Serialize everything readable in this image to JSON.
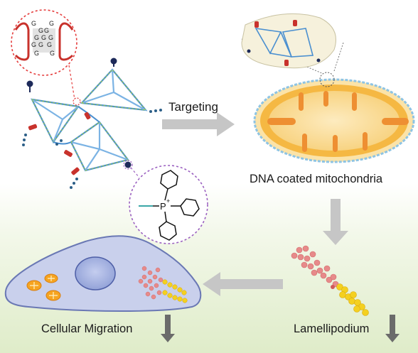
{
  "labels": {
    "targeting": "Targeting",
    "dna_coated": "DNA coated mitochondria",
    "lamellipodium": "Lamellipodium",
    "cellular_migration": "Cellular Migration"
  },
  "g_quad": {
    "letters": [
      "G",
      "G",
      "G",
      "G",
      "G",
      "G",
      "G",
      "G",
      "G",
      "G",
      "G",
      "G"
    ]
  },
  "tpp": {
    "p_label": "P",
    "charge": "+"
  },
  "colors": {
    "dna_blue": "#4a8fd0",
    "dna_green": "#9ccc3a",
    "linker_red": "#c8322c",
    "mito_fill": "#fbe3a8",
    "mito_edge": "#f0a832",
    "mito_crista": "#ee8f32",
    "arrow_gray": "#c6c6c6",
    "dotted_red": "#e53d3d",
    "dotted_purple": "#9a5fc0",
    "cell_fill": "#c9d0ec",
    "nucleus": "#a8b6e2",
    "actin_pink": "#e78a8a",
    "actin_yellow": "#f4d020"
  }
}
